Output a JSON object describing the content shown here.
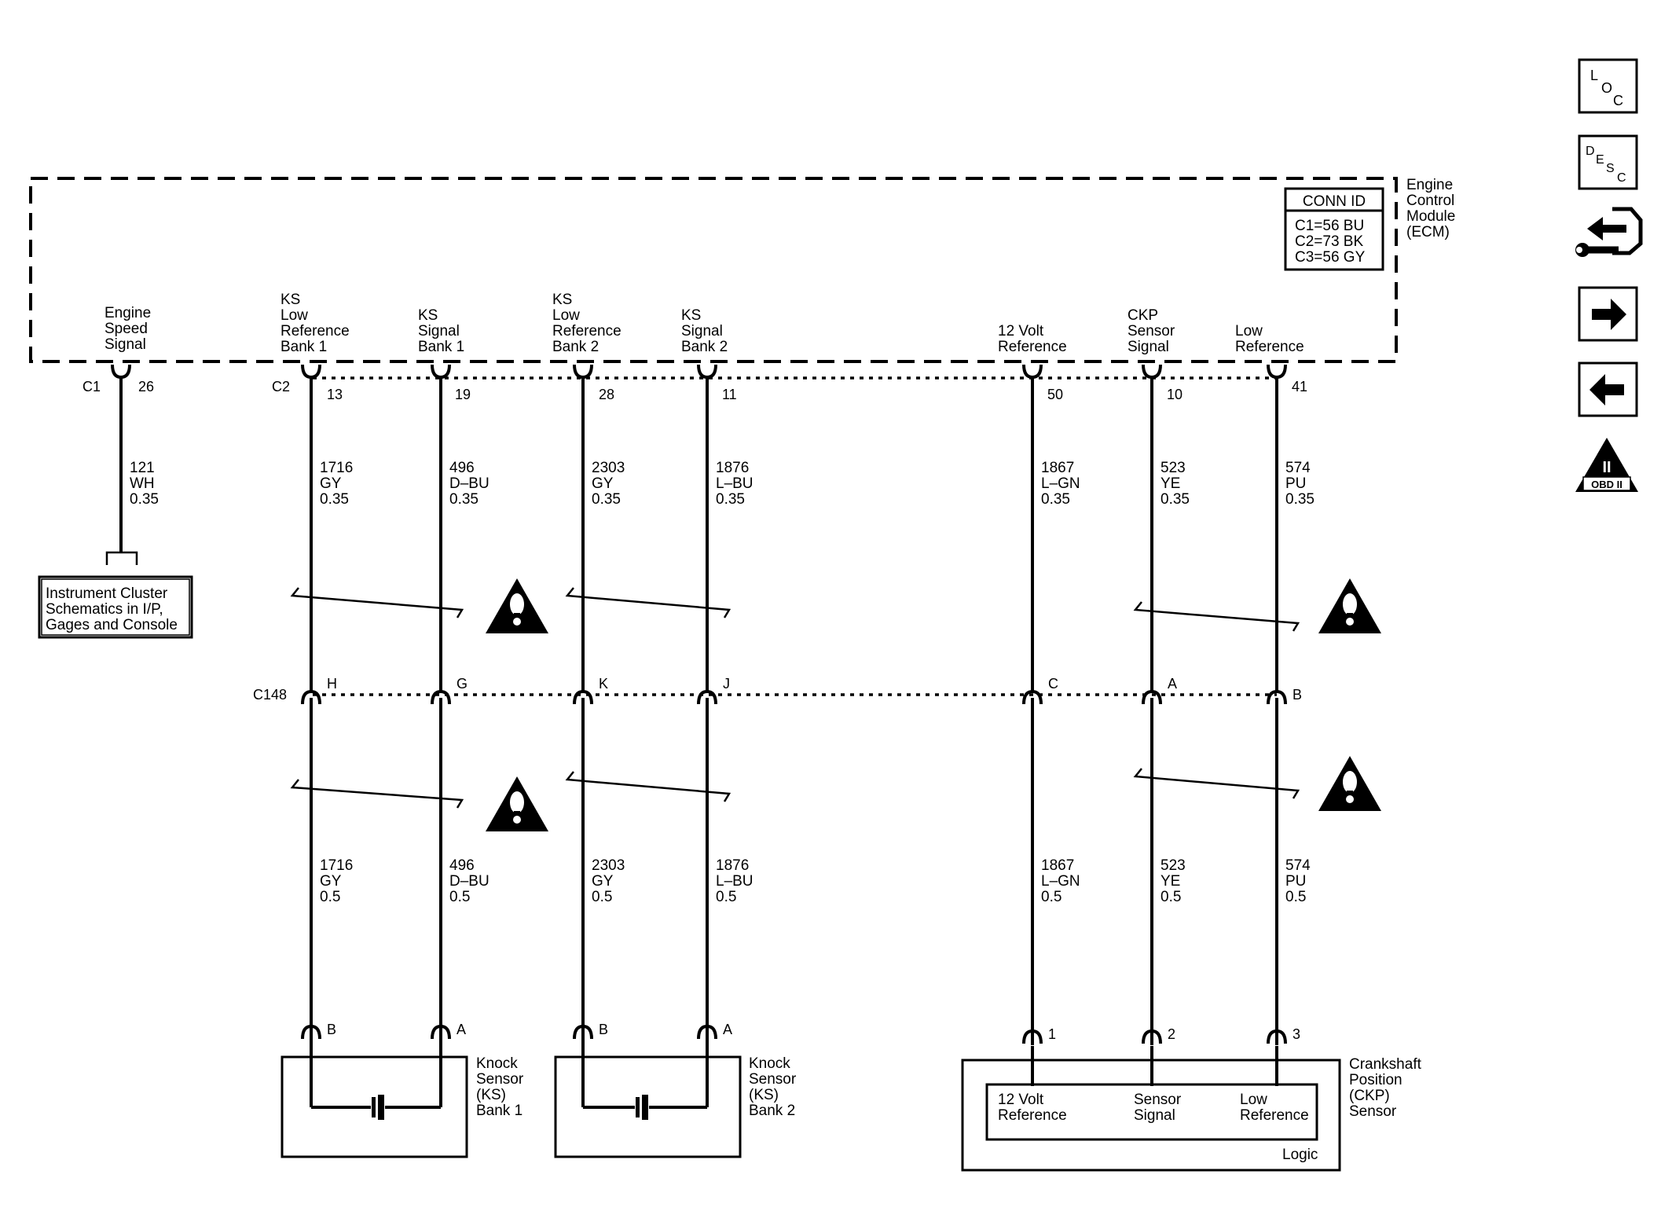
{
  "ecm": {
    "name_lines": [
      "Engine",
      "Control",
      "Module",
      "(ECM)"
    ],
    "conn_id_title": "CONN ID",
    "conn_id_lines": [
      "C1=56 BU",
      "C2=73 BK",
      "C3=56 GY"
    ]
  },
  "ecm_pins": [
    {
      "label_lines": [
        "Engine",
        "Speed",
        "Signal"
      ],
      "pin": "26",
      "connector": "C1"
    },
    {
      "label_lines": [
        "KS",
        "Low",
        "Reference",
        "Bank 1"
      ],
      "pin": "13",
      "connector": "C2"
    },
    {
      "label_lines": [
        "KS",
        "Signal",
        "Bank 1"
      ],
      "pin": "19"
    },
    {
      "label_lines": [
        "KS",
        "Low",
        "Reference",
        "Bank 2"
      ],
      "pin": "28"
    },
    {
      "label_lines": [
        "KS",
        "Signal",
        "Bank 2"
      ],
      "pin": "11"
    },
    {
      "label_lines": [
        "12 Volt",
        "Reference"
      ],
      "pin": "50"
    },
    {
      "label_lines": [
        "CKP",
        "Sensor",
        "Signal"
      ],
      "pin": "10"
    },
    {
      "label_lines": [
        "Low",
        "Reference"
      ],
      "pin": "41"
    }
  ],
  "upper_wires": [
    {
      "lines": [
        "121",
        "WH",
        "0.35"
      ]
    },
    {
      "lines": [
        "1716",
        "GY",
        "0.35"
      ]
    },
    {
      "lines": [
        "496",
        "D–BU",
        "0.35"
      ]
    },
    {
      "lines": [
        "2303",
        "GY",
        "0.35"
      ]
    },
    {
      "lines": [
        "1876",
        "L–BU",
        "0.35"
      ]
    },
    {
      "lines": [
        "1867",
        "L–GN",
        "0.35"
      ]
    },
    {
      "lines": [
        "523",
        "YE",
        "0.35"
      ]
    },
    {
      "lines": [
        "574",
        "PU",
        "0.35"
      ]
    }
  ],
  "instrument_cluster_lines": [
    "Instrument Cluster",
    "Schematics in I/P,",
    "Gages and Console"
  ],
  "c148": {
    "name": "C148",
    "pins": [
      "H",
      "G",
      "K",
      "J",
      "C",
      "A",
      "B"
    ]
  },
  "lower_wires": [
    {
      "lines": [
        "1716",
        "GY",
        "0.5"
      ]
    },
    {
      "lines": [
        "496",
        "D–BU",
        "0.5"
      ]
    },
    {
      "lines": [
        "2303",
        "GY",
        "0.5"
      ]
    },
    {
      "lines": [
        "1876",
        "L–BU",
        "0.5"
      ]
    },
    {
      "lines": [
        "1867",
        "L–GN",
        "0.5"
      ]
    },
    {
      "lines": [
        "523",
        "YE",
        "0.5"
      ]
    },
    {
      "lines": [
        "574",
        "PU",
        "0.5"
      ]
    }
  ],
  "sensor_pins": [
    "B",
    "A",
    "B",
    "A",
    "1",
    "2",
    "3"
  ],
  "knock_sensor_1_lines": [
    "Knock",
    "Sensor",
    "(KS)",
    "Bank 1"
  ],
  "knock_sensor_2_lines": [
    "Knock",
    "Sensor",
    "(KS)",
    "Bank 2"
  ],
  "ckp": {
    "name_lines": [
      "Crankshaft",
      "Position",
      "(CKP)",
      "Sensor"
    ],
    "inner_labels": [
      {
        "lines": [
          "12 Volt",
          "Reference"
        ]
      },
      {
        "lines": [
          "Sensor",
          "Signal"
        ]
      },
      {
        "lines": [
          "Low",
          "Reference"
        ]
      }
    ],
    "logic_label": "Logic"
  },
  "nav_icons": [
    {
      "name": "loc-icon",
      "letters": [
        "L",
        "O",
        "C"
      ]
    },
    {
      "name": "desc-icon",
      "letters": [
        "D",
        "E",
        "S",
        "C"
      ]
    },
    {
      "name": "connector-wrench-icon"
    },
    {
      "name": "next-arrow-icon"
    },
    {
      "name": "previous-arrow-icon"
    },
    {
      "name": "obd-ii-icon",
      "text_top": "II",
      "text_bottom": "OBD II"
    }
  ]
}
